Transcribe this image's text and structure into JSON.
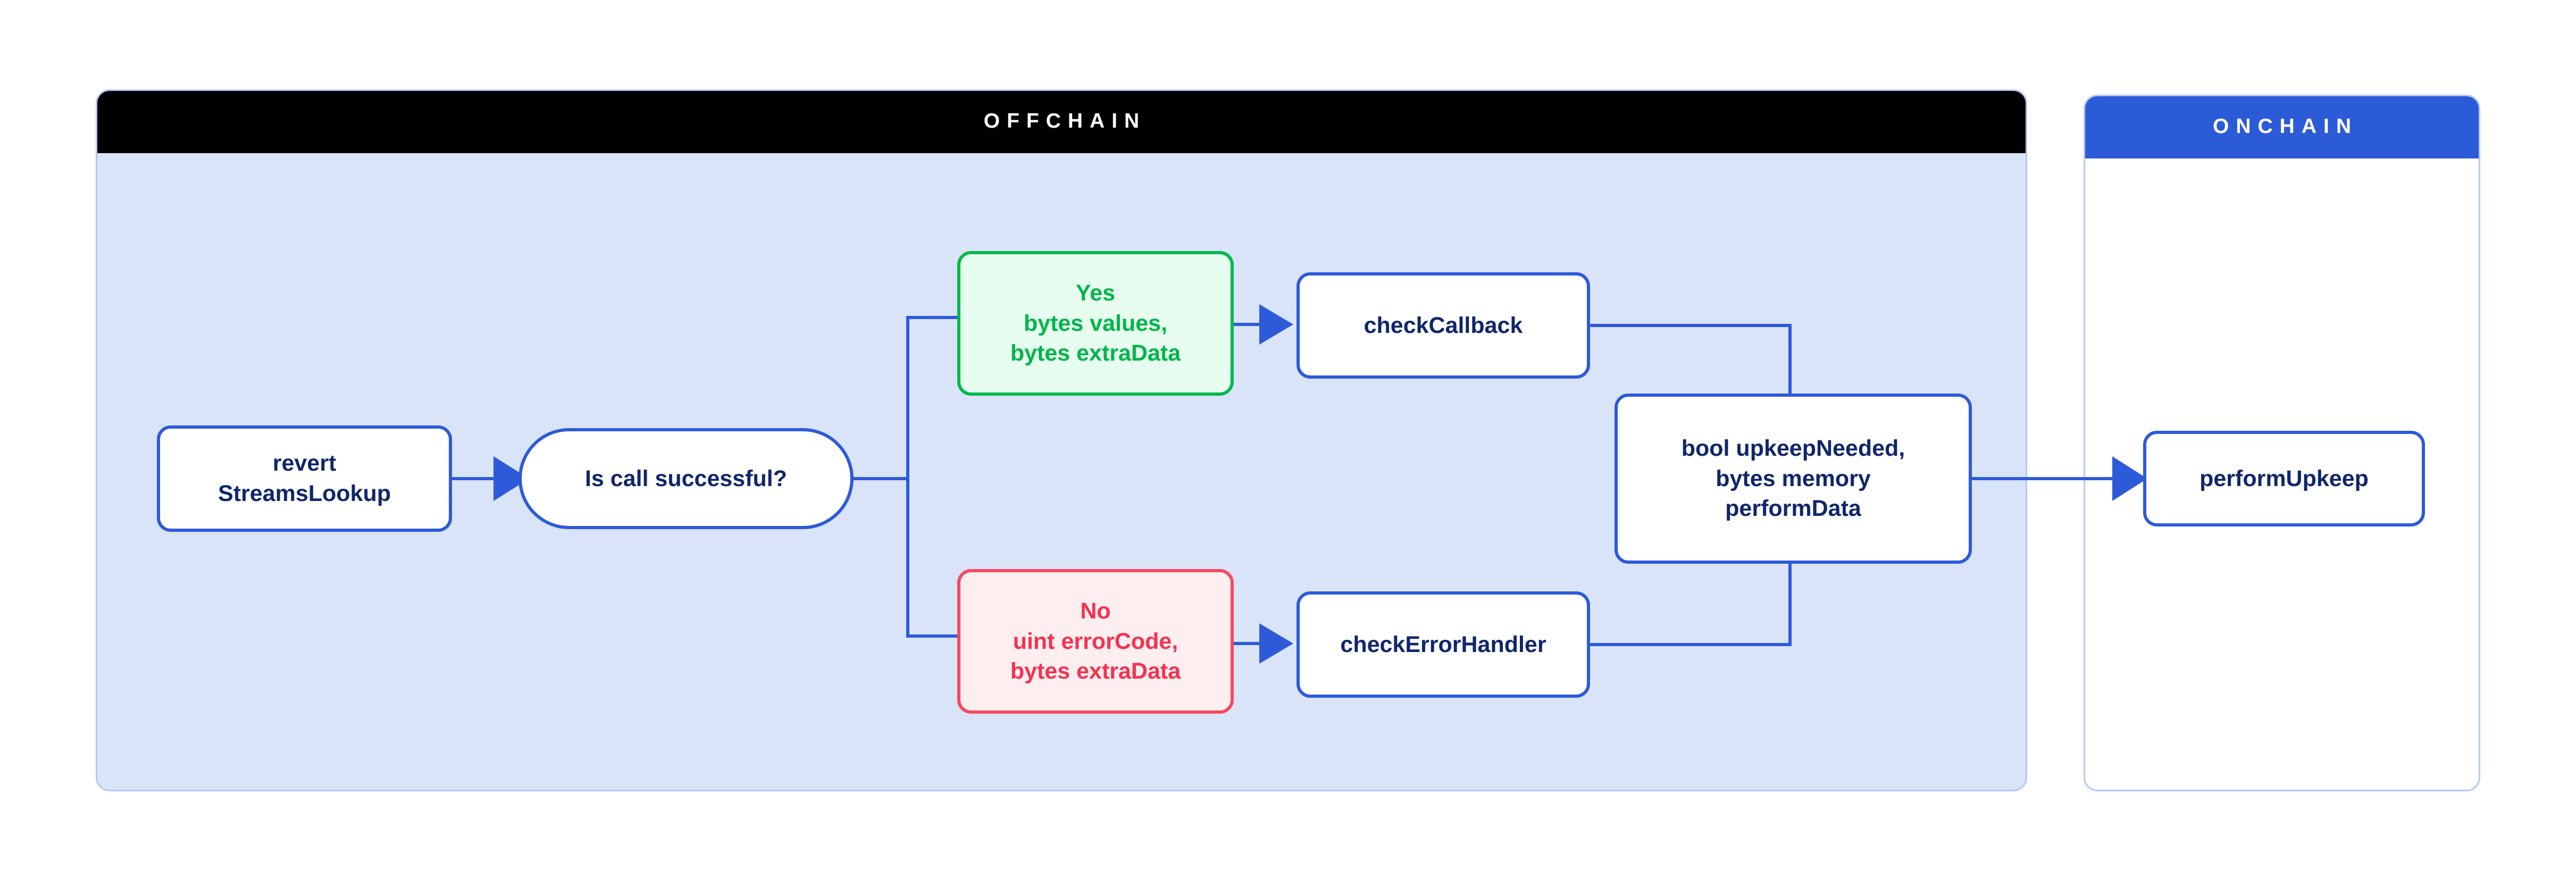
{
  "diagram": {
    "type": "flowchart",
    "panels": [
      {
        "id": "offchain",
        "title": "OFFCHAIN",
        "header_bg": "#000000",
        "body_bg": "#dae4f9",
        "border": "#b5c8f2"
      },
      {
        "id": "onchain",
        "title": "ONCHAIN",
        "header_bg": "#2b5bd7",
        "body_bg": "#ffffff",
        "border": "#b5c8f2"
      }
    ],
    "nodes": {
      "revert": {
        "label": "revert\nStreamsLookup",
        "shape": "rounded-rect",
        "panel": "offchain",
        "border": "#2d5ad9",
        "fill": "#ffffff",
        "text_color": "#10266b"
      },
      "decision": {
        "label": "Is call successful?",
        "shape": "pill",
        "panel": "offchain",
        "border": "#2d5ad9",
        "fill": "#ffffff",
        "text_color": "#10266b"
      },
      "yes": {
        "label": "Yes\nbytes values,\nbytes extraData",
        "shape": "rounded-rect",
        "panel": "offchain",
        "border": "#00b84c",
        "fill": "#e6fdef",
        "text_color": "#00b54a"
      },
      "no": {
        "label": "No\nuint errorCode,\nbytes extraData",
        "shape": "rounded-rect",
        "panel": "offchain",
        "border": "#f6495f",
        "fill": "#fdeef0",
        "text_color": "#f6314f"
      },
      "checkcallback": {
        "label": "checkCallback",
        "shape": "rounded-rect",
        "panel": "offchain",
        "border": "#2d5ad9",
        "fill": "#ffffff",
        "text_color": "#10266b"
      },
      "checkerror": {
        "label": "checkErrorHandler",
        "shape": "rounded-rect",
        "panel": "offchain",
        "border": "#2d5ad9",
        "fill": "#ffffff",
        "text_color": "#10266b"
      },
      "upkeepneeded": {
        "label": "bool upkeepNeeded,\nbytes memory\nperformData",
        "shape": "rounded-rect",
        "panel": "offchain",
        "border": "#2d5ad9",
        "fill": "#ffffff",
        "text_color": "#10266b"
      },
      "performupkeep": {
        "label": "performUpkeep",
        "shape": "rounded-rect",
        "panel": "onchain",
        "border": "#2d5ad9",
        "fill": "#ffffff",
        "text_color": "#10266b"
      }
    },
    "edges": [
      {
        "from": "revert",
        "to": "decision",
        "arrow": true,
        "style": "straight"
      },
      {
        "from": "decision",
        "to": "yes",
        "arrow": false,
        "style": "elbow-up"
      },
      {
        "from": "decision",
        "to": "no",
        "arrow": false,
        "style": "elbow-down"
      },
      {
        "from": "yes",
        "to": "checkcallback",
        "arrow": true,
        "style": "straight"
      },
      {
        "from": "no",
        "to": "checkerror",
        "arrow": true,
        "style": "straight"
      },
      {
        "from": "checkcallback",
        "to": "upkeepneeded",
        "arrow": false,
        "style": "elbow-down"
      },
      {
        "from": "checkerror",
        "to": "upkeepneeded",
        "arrow": false,
        "style": "elbow-up"
      },
      {
        "from": "upkeepneeded",
        "to": "performupkeep",
        "arrow": true,
        "style": "straight"
      }
    ],
    "connector_color": "#2d5ad9"
  }
}
